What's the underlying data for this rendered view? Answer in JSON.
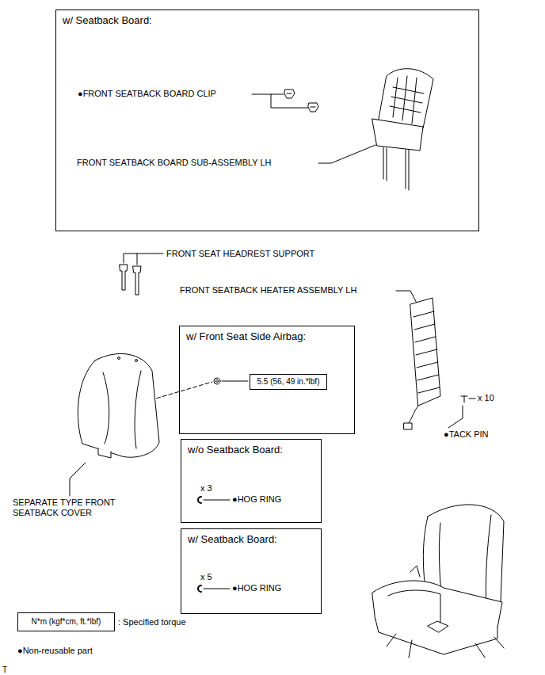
{
  "diagram": {
    "nodes": [
      {
        "text": [
          "w/ Seatback Board:"
        ]
      },
      {
        "text": [
          "w/ Front Seat Side Airbag:"
        ]
      },
      {
        "text": [
          "5.5 (56, 49 in.*lbf)"
        ],
        "in": 1
      },
      {
        "text": [
          "w/o Seatback Board:"
        ]
      },
      {
        "text": [
          "w/ Seatback Board:"
        ]
      },
      {
        "text": [
          "N*m (kgf*cm, ft.*lbf)"
        ]
      }
    ],
    "labels": [
      "●FRONT SEATBACK BOARD CLIP",
      "FRONT SEATBACK BOARD SUB-ASSEMBLY LH",
      "FRONT SEAT HEADREST SUPPORT",
      "FRONT SEATBACK HEATER ASSEMBLY LH",
      "x 10",
      "●TACK PIN",
      "SEPARATE TYPE FRONT SEATBACK COVER",
      "x 3",
      "●HOG RING",
      "x 5",
      "●HOG RING",
      ": Specified torque",
      "●Non-reusable part",
      "T"
    ]
  }
}
